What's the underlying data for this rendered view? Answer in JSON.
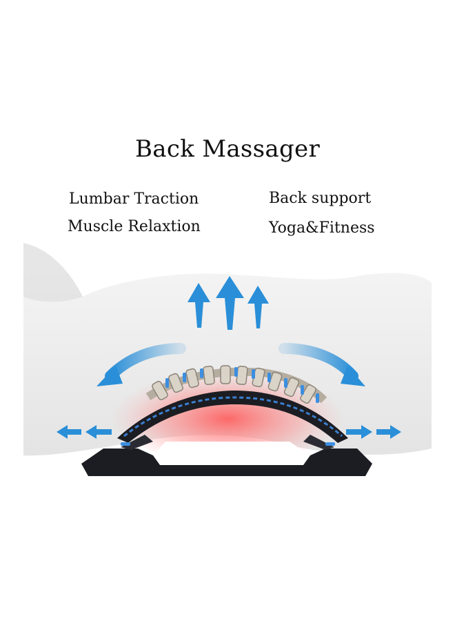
{
  "title": "Back Massager",
  "features": {
    "left": [
      "Lumbar Traction",
      "Muscle Relaxtion"
    ],
    "right": [
      "Back support",
      "Yoga&Fitness"
    ]
  },
  "colors": {
    "background": "#ffffff",
    "arrow_blue": "#2a8fd8",
    "stretcher_black": "#1c1d22",
    "accent_blue": "#3b7fd0",
    "heat_red": "#ff6b6b"
  }
}
